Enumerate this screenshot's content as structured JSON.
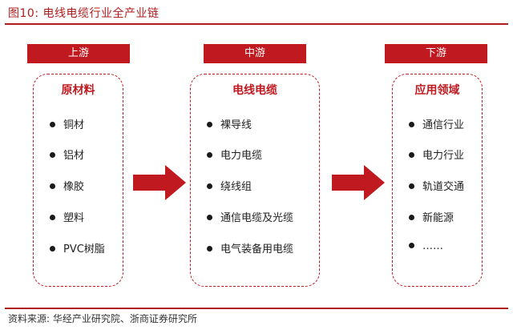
{
  "figure": {
    "title": "图10:  电线电缆行业全产业链",
    "source": "资料来源:  华经产业研究院、浙商证券研究所"
  },
  "stages": [
    {
      "header": "上游",
      "box_title": "原材料",
      "items": [
        "铜材",
        "铝材",
        "橡胶",
        "塑料",
        "PVC树脂"
      ]
    },
    {
      "header": "中游",
      "box_title": "电线电缆",
      "items": [
        "裸导线",
        "电力电缆",
        "绕线组",
        "通信电缆及光缆",
        "电气装备用电缆"
      ]
    },
    {
      "header": "下游",
      "box_title": "应用领域",
      "items": [
        "通信行业",
        "电力行业",
        "轨道交通",
        "新能源",
        "……"
      ]
    }
  ],
  "colors": {
    "accent": "#c0191f",
    "title_red": "#b01c1c",
    "bullet": "#1a1a1a"
  },
  "icons": {
    "flow_arrow": "right-arrow-icon",
    "bullet": "bullet-dot-icon"
  }
}
